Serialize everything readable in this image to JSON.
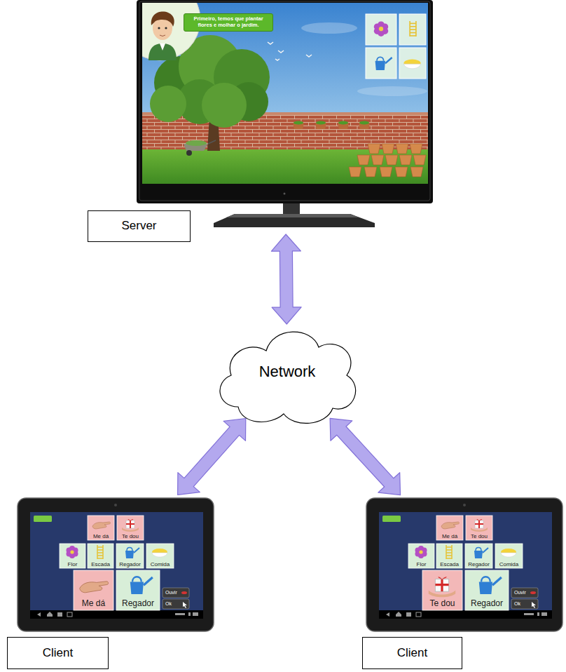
{
  "diagram": {
    "nodes": [
      {
        "text": [
          "Primeiro, temos que plantar flores e molhar o jardim."
        ]
      },
      {
        "text": [
          "Server"
        ]
      },
      {
        "text": [
          "Network"
        ]
      },
      {
        "text": [
          "Me dá",
          "Te dou",
          "Flor",
          "Escada",
          "Regador",
          "Comida",
          "Me dá",
          "Regador",
          "Ouvir",
          "Ok"
        ]
      },
      {
        "text": [
          "Client"
        ]
      },
      {
        "text": [
          "Me dá",
          "Te dou",
          "Flor",
          "Escada",
          "Regador",
          "Comida",
          "Te dou",
          "Regador",
          "Ouvir",
          "Ok"
        ]
      },
      {
        "text": [
          "Client"
        ]
      }
    ],
    "edges": [
      {
        "from": 0,
        "to": 2,
        "arrow": "both"
      },
      {
        "from": 2,
        "to": 3,
        "arrow": "both"
      },
      {
        "from": 2,
        "to": 5,
        "arrow": "both"
      }
    ]
  }
}
